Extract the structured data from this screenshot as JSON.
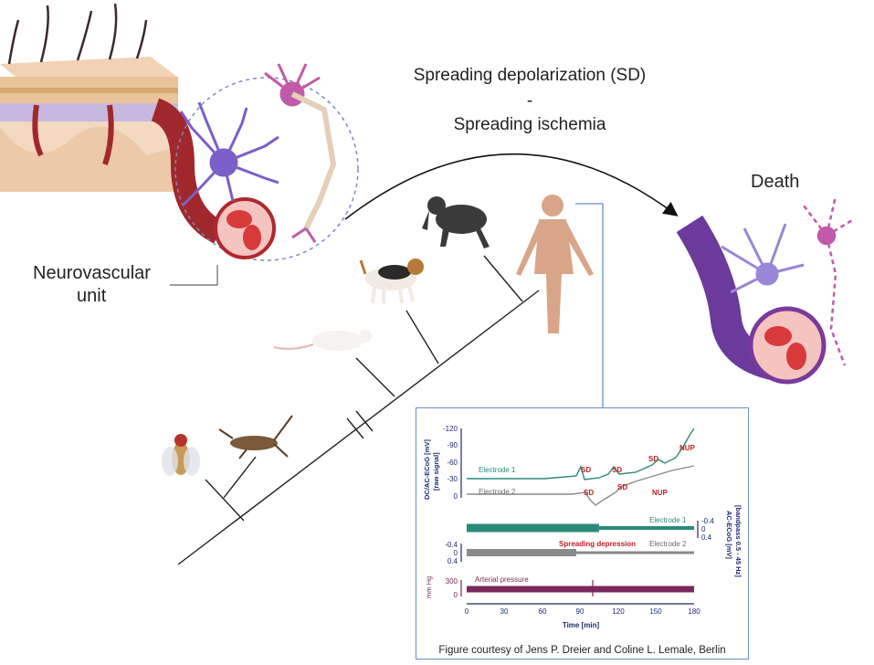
{
  "title": {
    "line1": "Spreading depolarization (SD)",
    "line2": "-",
    "line3": "Spreading ischemia"
  },
  "labels": {
    "neurovascular_unit_1": "Neurovascular",
    "neurovascular_unit_2": "unit",
    "death": "Death"
  },
  "inset": {
    "y_axis_label_1": "DC/AC-ECoG [mV]",
    "y_axis_label_2": "[raw signal]",
    "y_ticks": [
      "-120",
      "-90",
      "-60",
      "-30",
      "0"
    ],
    "electrode1": "Electrode 1",
    "electrode2": "Electrode 2",
    "sd": "SD",
    "nup": "NUP",
    "ac_electrode1": "Electrode 1",
    "ac_electrode2": "Electrode 2",
    "spreading_depression": "Spreading depression",
    "ac_ticks": [
      "-0.4",
      "0",
      "0.4"
    ],
    "right_axis_label_1": "AC-ECoG [mV]",
    "right_axis_label_2": "[bandpass 0.5 - 45 Hz]",
    "arterial_pressure": "Arterial pressure",
    "mmhg": "mm Hg",
    "bp_ticks": [
      "300",
      "0"
    ],
    "x_ticks": [
      "0",
      "30",
      "60",
      "90",
      "120",
      "150",
      "180"
    ],
    "x_label": "Time [min]",
    "caption": "Figure courtesy of Jens P. Dreier and Coline L. Lemale, Berlin"
  },
  "colors": {
    "electrode1": "#2a8a7a",
    "electrode2": "#8a8a8a",
    "sd_red": "#c0202a",
    "axis_navy": "#1c2a6e",
    "pressure": "#7a2a5a",
    "neuron_purple": "#7b5fc9",
    "vessel_red": "#b0282e"
  }
}
